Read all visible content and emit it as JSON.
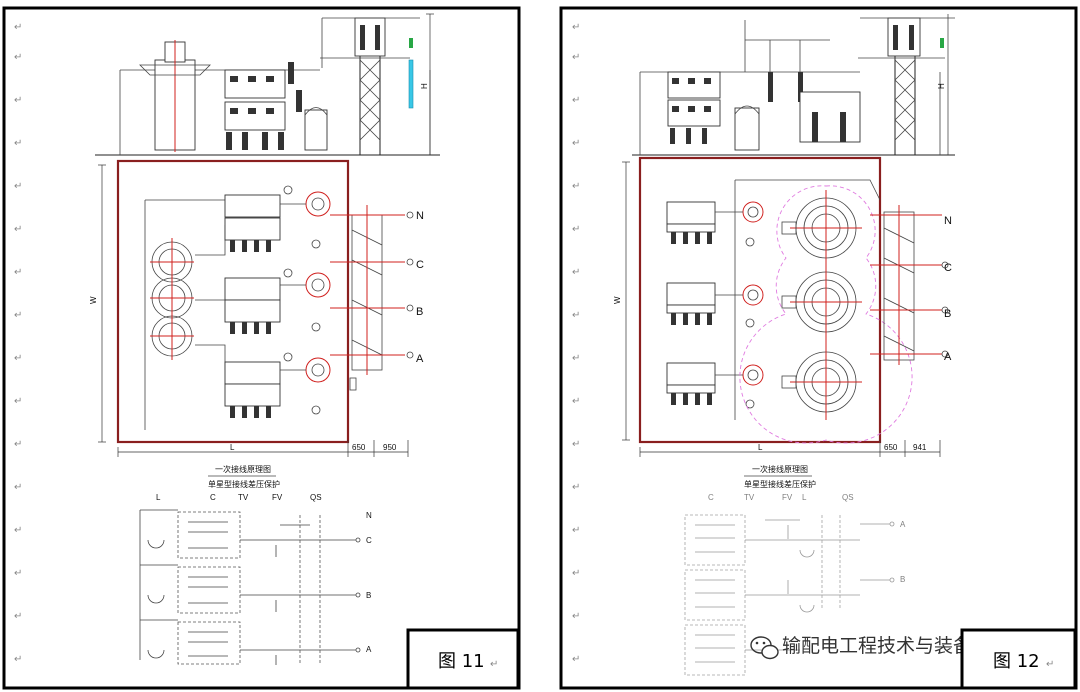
{
  "panels": [
    {
      "id": "fig11",
      "figure_label": "图 11",
      "figure_mark": "↵",
      "phase_labels": [
        "N",
        "C",
        "B",
        "A"
      ],
      "dimension_H": "H",
      "dimension_W": "W",
      "dimension_L": "L",
      "dim_650": "650",
      "dim_950": "950",
      "caption_line1": "一次接线原理图",
      "caption_line2": "单星型接线差压保护",
      "schematic_header": [
        "L",
        "C",
        "TV",
        "FV",
        "QS"
      ],
      "schematic_phases": [
        "N",
        "C",
        "B",
        "A"
      ]
    },
    {
      "id": "fig12",
      "figure_label": "图 12",
      "figure_mark": "↵",
      "phase_labels": [
        "N",
        "C",
        "B",
        "A"
      ],
      "dimension_H": "H",
      "dimension_W": "W",
      "dimension_L": "L",
      "dim_650": "650",
      "dim_941": "941",
      "caption_line1": "一次接线原理图",
      "caption_line2": "单星型接线差压保护",
      "schematic_header": [
        "C",
        "TV",
        "FV",
        "L",
        "QS"
      ],
      "schematic_phases": [
        "A",
        "B"
      ]
    }
  ],
  "margin_mark": "↵",
  "watermark": {
    "icon": "wechat-logo-icon",
    "text": "输配电工程技术与装备"
  },
  "colors": {
    "border": "#000000",
    "cabinet": "#8a1f1f",
    "red_centerline": "#d0201e",
    "reactor_outline": "#e07be0",
    "busbar_cyan": "#39c7e6"
  }
}
